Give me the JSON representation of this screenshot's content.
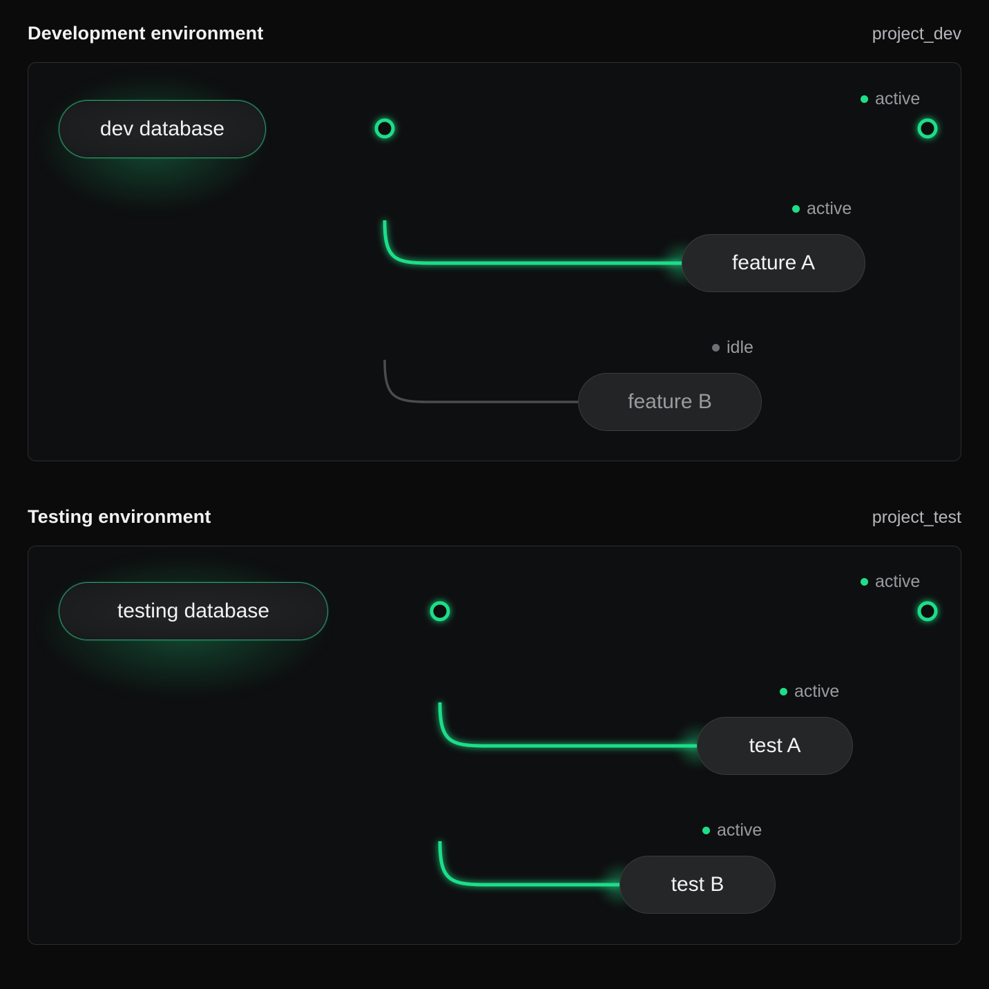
{
  "page": {
    "background": "#0b0b0c",
    "accent_active": "#1fde89",
    "accent_idle": "#6e7073"
  },
  "sections": [
    {
      "id": "dev",
      "title": "Development environment",
      "project": "project_dev",
      "source": {
        "label": "dev database",
        "status": "active"
      },
      "trunk_status": "active",
      "endpoint": {
        "status": "active",
        "status_label": "active"
      },
      "branches": [
        {
          "label": "feature A",
          "status": "active",
          "status_label": "active"
        },
        {
          "label": "feature B",
          "status": "idle",
          "status_label": "idle"
        }
      ]
    },
    {
      "id": "test",
      "title": "Testing environment",
      "project": "project_test",
      "source": {
        "label": "testing database",
        "status": "active"
      },
      "trunk_status": "active",
      "endpoint": {
        "status": "active",
        "status_label": "active"
      },
      "branches": [
        {
          "label": "test A",
          "status": "active",
          "status_label": "active"
        },
        {
          "label": "test B",
          "status": "active",
          "status_label": "active"
        }
      ]
    }
  ]
}
